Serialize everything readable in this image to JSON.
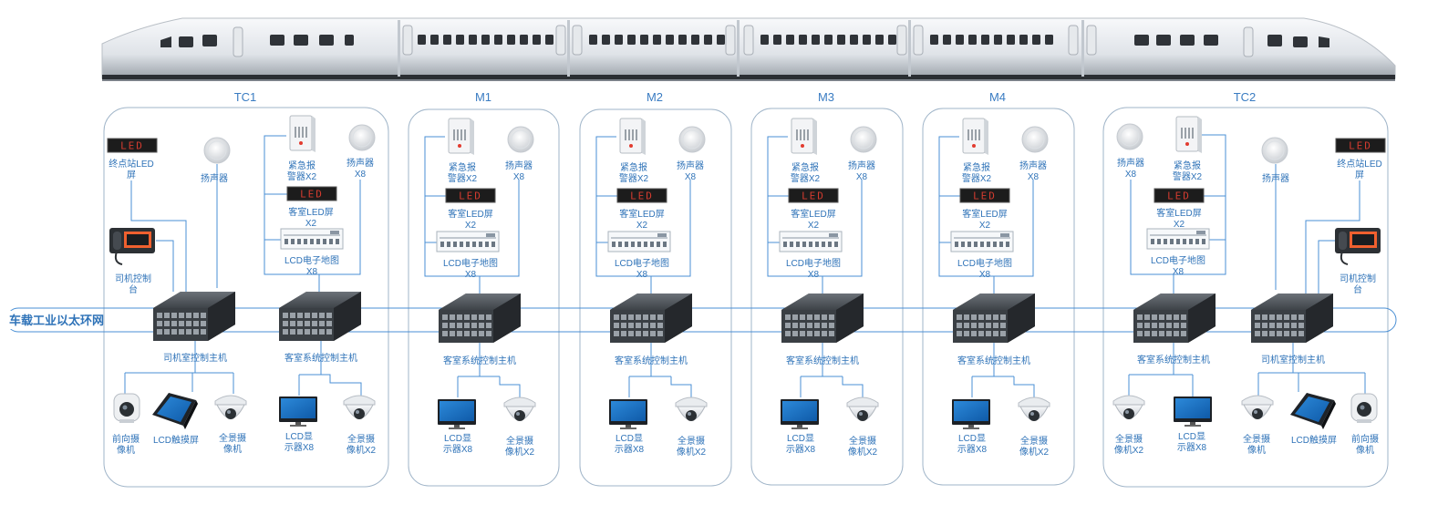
{
  "ring_label": "车载工业以太环网",
  "cars": {
    "TC1": {
      "title": "TC1",
      "dest_led": [
        "终点站LED",
        "屏"
      ],
      "speaker": [
        "扬声器"
      ],
      "alarm": [
        "紧急报",
        "警器X2"
      ],
      "speaker_x8": [
        "扬声器",
        "X8"
      ],
      "led": [
        "客室LED屏",
        "X2"
      ],
      "map": [
        "LCD电子地图",
        "X8"
      ],
      "console": [
        "司机控制",
        "台"
      ],
      "cab_host": [
        "司机室控制主机"
      ],
      "pas_host": [
        "客室系统控制主机"
      ],
      "front_cam": [
        "前向摄",
        "像机"
      ],
      "touch": [
        "LCD触摸屏"
      ],
      "pano": [
        "全景摄",
        "像机"
      ],
      "lcd": [
        "LCD显",
        "示器X8"
      ],
      "pano_x2": [
        "全景摄",
        "像机X2"
      ]
    },
    "M1": {
      "title": "M1",
      "alarm": [
        "紧急报",
        "警器X2"
      ],
      "speaker_x8": [
        "扬声器",
        "X8"
      ],
      "led": [
        "客室LED屏",
        "X2"
      ],
      "map": [
        "LCD电子地图",
        "X8"
      ],
      "pas_host": [
        "客室系统控制主机"
      ],
      "lcd": [
        "LCD显",
        "示器X8"
      ],
      "pano_x2": [
        "全景摄",
        "像机X2"
      ]
    },
    "M2": {
      "title": "M2",
      "alarm": [
        "紧急报",
        "警器X2"
      ],
      "speaker_x8": [
        "扬声器",
        "X8"
      ],
      "led": [
        "客室LED屏",
        "X2"
      ],
      "map": [
        "LCD电子地图",
        "X8"
      ],
      "pas_host": [
        "客室系统控制主机"
      ],
      "lcd": [
        "LCD显",
        "示器X8"
      ],
      "pano_x2": [
        "全景摄",
        "像机X2"
      ]
    },
    "M3": {
      "title": "M3",
      "alarm": [
        "紧急报",
        "警器X2"
      ],
      "speaker_x8": [
        "扬声器",
        "X8"
      ],
      "led": [
        "客室LED屏",
        "X2"
      ],
      "map": [
        "LCD电子地图",
        "X8"
      ],
      "pas_host": [
        "客室系统控制主机"
      ],
      "lcd": [
        "LCD显",
        "示器X8"
      ],
      "pano_x2": [
        "全景摄",
        "像机X2"
      ]
    },
    "M4": {
      "title": "M4",
      "alarm": [
        "紧急报",
        "警器X2"
      ],
      "speaker_x8": [
        "扬声器",
        "X8"
      ],
      "led": [
        "客室LED屏",
        "X2"
      ],
      "map": [
        "LCD电子地图",
        "X8"
      ],
      "pas_host": [
        "客室系统控制主机"
      ],
      "lcd": [
        "LCD显",
        "示器X8"
      ],
      "pano_x2": [
        "全景摄",
        "像机X2"
      ]
    },
    "TC2": {
      "title": "TC2",
      "dest_led": [
        "终点站LED",
        "屏"
      ],
      "speaker": [
        "扬声器"
      ],
      "alarm": [
        "紧急报",
        "警器X2"
      ],
      "speaker_x8": [
        "扬声器",
        "X8"
      ],
      "led": [
        "客室LED屏",
        "X2"
      ],
      "map": [
        "LCD电子地图",
        "X8"
      ],
      "console": [
        "司机控制",
        "台"
      ],
      "cab_host": [
        "司机室控制主机"
      ],
      "pas_host": [
        "客室系统控制主机"
      ],
      "front_cam": [
        "前向摄",
        "像机"
      ],
      "touch": [
        "LCD触摸屏"
      ],
      "pano": [
        "全景摄",
        "像机"
      ],
      "lcd": [
        "LCD显",
        "示器X8"
      ],
      "pano_x2": [
        "全景摄",
        "像机X2"
      ]
    }
  },
  "led_panel_text": "LED",
  "colors": {
    "line": "#4a8fd4",
    "text": "#2f73b8",
    "box": "#9fb4c8",
    "led_text": "#d33b2f"
  },
  "icons": [
    "train-icon",
    "speaker-icon",
    "alarm-icon",
    "led-screen-icon",
    "lcd-map-icon",
    "driver-console-icon",
    "control-host-icon",
    "dome-camera-icon",
    "bullet-camera-icon",
    "touch-screen-icon",
    "lcd-monitor-icon"
  ]
}
